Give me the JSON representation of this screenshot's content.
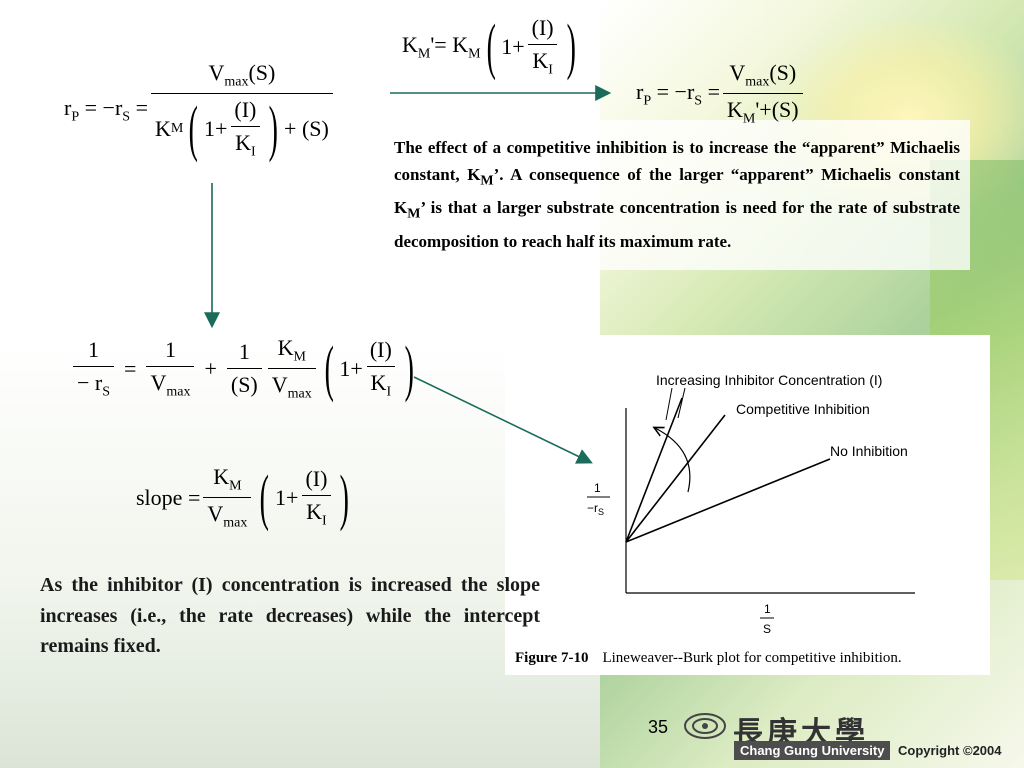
{
  "eq1": {
    "lhs": [
      "r",
      "P",
      " = −r",
      "S",
      " ="
    ],
    "num": [
      "V",
      "max",
      "(S)"
    ],
    "den_km": [
      "K",
      "M"
    ],
    "one_plus": "1+",
    "inner_num": "(I)",
    "inner_den": [
      "K",
      "I"
    ],
    "den_tail": "+ (S)"
  },
  "eq2": {
    "lhs": [
      "K",
      "M",
      "'= K",
      "M"
    ],
    "one_plus": "1+",
    "inner_num": "(I)",
    "inner_den": [
      "K",
      "I"
    ]
  },
  "eq3": {
    "lhs": [
      "r",
      "P",
      " = −r",
      "S",
      " ="
    ],
    "num": [
      "V",
      "max",
      "(S)"
    ],
    "den": [
      "K",
      "M",
      "'+(S)"
    ]
  },
  "eq4": {
    "f1_num": "1",
    "f1_den": [
      "− r",
      "S"
    ],
    "eq": "=",
    "f2_num": "1",
    "f2_den": [
      "V",
      "max"
    ],
    "plus": "+",
    "f3_num": "1",
    "f3_den": "(S)",
    "f4_num": [
      "K",
      "M"
    ],
    "f4_den": [
      "V",
      "max"
    ],
    "one_plus": "1+",
    "inner_num": "(I)",
    "inner_den": [
      "K",
      "I"
    ]
  },
  "eq5": {
    "lhs": "slope =",
    "num": [
      "K",
      "M"
    ],
    "den": [
      "V",
      "max"
    ],
    "one_plus": "1+",
    "inner_num": "(I)",
    "inner_den": [
      "K",
      "I"
    ]
  },
  "text1": {
    "a": "The effect of a competitive inhibition is to increase the “apparent” Michaelis constant, K",
    "a_sub": "M",
    "b": "’. A consequence of the larger “apparent” Michaelis constant K",
    "b_sub": "M",
    "c": "’ is that a larger substrate concentration is need for the rate of substrate decomposition to reach half its maximum rate."
  },
  "text2": "As the inhibitor (I) concentration is increased the slope increases (i.e., the rate decreases) while the intercept remains fixed.",
  "figure": {
    "label_increasing": "Increasing Inhibitor Concentration (I)",
    "label_competitive": "Competitive Inhibition",
    "label_none": "No Inhibition",
    "y_label_num": "1",
    "y_label_den": "−r",
    "y_label_sub": "S",
    "x_label_num": "1",
    "x_label_den": "S",
    "caption_num": "Figure 7-10",
    "caption_text": "Lineweaver--Burk plot for competitive inhibition."
  },
  "footer": {
    "page": "35",
    "university_cn": "長庚大學",
    "university_en": "Chang Gung University",
    "copyright": "Copyright ©2004"
  },
  "colors": {
    "arrow": "#1a6b5a"
  }
}
